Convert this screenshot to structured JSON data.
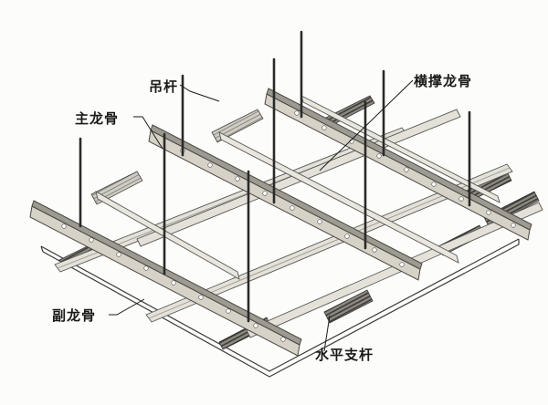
{
  "diagram": {
    "type": "isometric construction diagram",
    "subject": "suspended ceiling keel framework",
    "labels": {
      "hanger_rod": "吊杆",
      "main_keel": "主龙骨",
      "cross_brace_keel": "横撑龙骨",
      "secondary_keel": "副龙骨",
      "horizontal_support_rod": "水平支杆"
    },
    "colors": {
      "background": "#fcfcfa",
      "rod": "#2a2a2a",
      "keel_fill": "#d9d6cc",
      "keel_dark": "#5a5750",
      "board_line": "#3a3a3a",
      "text": "#1a1a1a"
    }
  }
}
